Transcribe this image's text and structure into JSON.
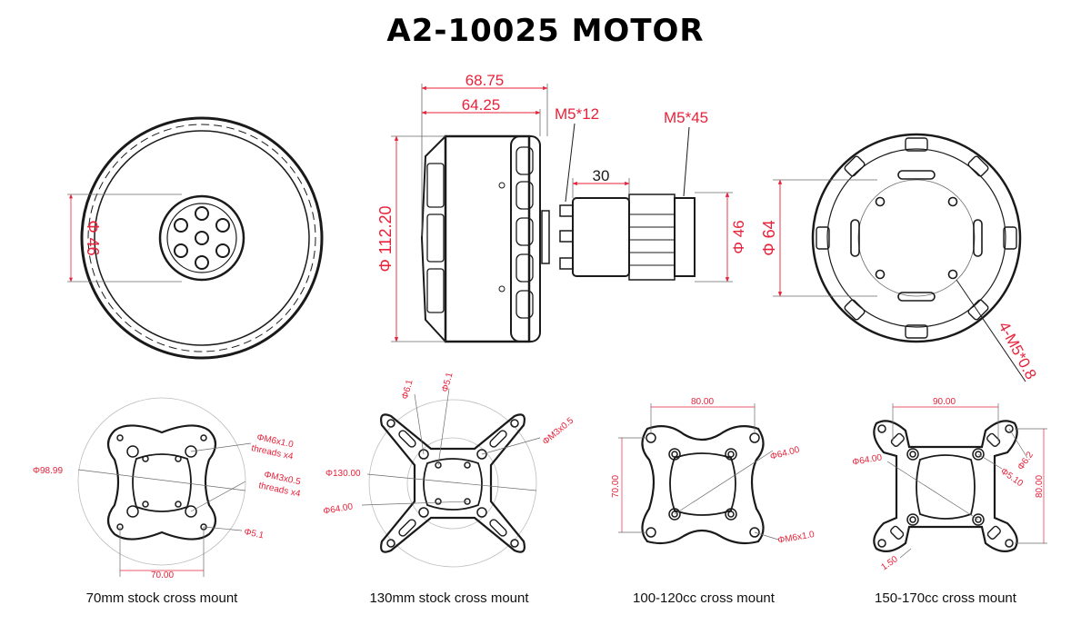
{
  "title": "A2-10025 MOTOR",
  "colors": {
    "dimension": "#e8223a",
    "line": "#1a1a1a",
    "thin": "#6a6a6a",
    "ghost": "#bdbdbd"
  },
  "front_view": {
    "dim_diameter": "Φ 46"
  },
  "side_view": {
    "dim_overall_length": "68.75",
    "dim_body_length": "64.25",
    "dim_diameter": "Φ 112.20",
    "dim_shaft_length": "30",
    "dim_shaft_diameter": "Φ 46",
    "screw_front": "M5*12",
    "screw_rear": "M5*45"
  },
  "rear_view": {
    "dim_diameter": "Φ 64",
    "thread_callout": "4-M5*0.8"
  },
  "mounts": [
    {
      "caption": "70mm stock cross mount",
      "dims": [
        "Φ98.99",
        "ΦM6x1.0",
        "threads x4",
        "ΦM3x0.5",
        "threads x4",
        "Φ5.1",
        "70.00"
      ]
    },
    {
      "caption": "130mm stock cross mount",
      "dims": [
        "Φ6.1",
        "Φ5.1",
        "ΦM3x0.5",
        "Φ130.00",
        "Φ64.00"
      ]
    },
    {
      "caption": "100-120cc cross mount",
      "dims": [
        "80.00",
        "Φ64.00",
        "70.00",
        "ΦM6x1.0"
      ]
    },
    {
      "caption": "150-170cc cross mount",
      "dims": [
        "90.00",
        "Φ64.00",
        "Φ6.2",
        "Φ5.10",
        "80.00",
        "1.50"
      ]
    }
  ]
}
